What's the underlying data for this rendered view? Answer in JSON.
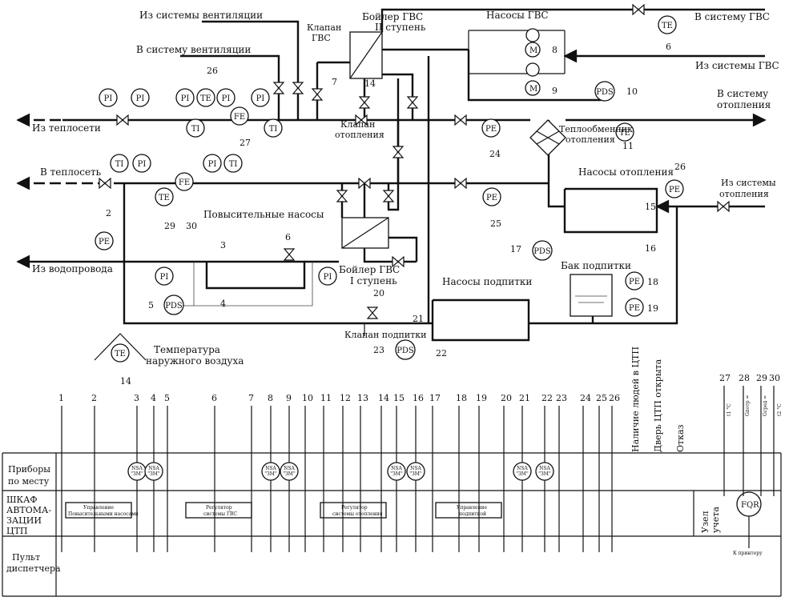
{
  "labels": {
    "iz_ventilyatsii": "Из системы вентиляции",
    "v_ventilyatsiyu": "В систему вентиляции",
    "iz_teploseti": "Из теплосети",
    "v_teploset": "В теплосеть",
    "iz_vodoprovoda": "Из водопровода",
    "klapan_gvs_1": "Клапан",
    "klapan_gvs_2": "ГВС",
    "boiler2_1": "Бойлер ГВС",
    "boiler2_2": "II ступень",
    "nasosy_gvs": "Насосы ГВС",
    "v_sistemu_gvs": "В систему ГВС",
    "iz_sistemy_gvs": "Из системы ГВС",
    "v_sistemu_1": "В систему",
    "v_sistemu_2": "отопления",
    "klapan_otop_1": "Клапан",
    "klapan_otop_2": "отопления",
    "teploobm_1": "Теплообменник",
    "teploobm_2": "отопления",
    "nasosy_otop": "Насосы отопления",
    "iz_sistemy_otop_1": "Из системы",
    "iz_sistemy_otop_2": "отопления",
    "povys_nasosy": "Повысительные насосы",
    "boiler1_1": "Бойлер ГВС",
    "boiler1_2": "I ступень",
    "nasosy_podpitki": "Насосы подпитки",
    "bak_podpitki": "Бак подпитки",
    "klapan_podpitki": "Клапан подпитки",
    "temp_1": "Температура",
    "temp_2": "наружного воздуха"
  },
  "instruments": {
    "PI": "PI",
    "TE": "TE",
    "TI": "TI",
    "FE": "FE",
    "PE": "PE",
    "PDS": "PDS",
    "M": "M",
    "NSA": "NSA",
    "ZM": "\"ЗМ\"",
    "FQR": "FQR"
  },
  "numbers": {
    "n2": "2",
    "n3": "3",
    "n4": "4",
    "n5": "5",
    "n6": "6",
    "n7": "7",
    "n8": "8",
    "n9": "9",
    "n10": "10",
    "n11": "11",
    "n14": "14",
    "n15": "15",
    "n16": "16",
    "n17": "17",
    "n18": "18",
    "n19": "19",
    "n20": "20",
    "n21": "21",
    "n22": "22",
    "n23": "23",
    "n24": "24",
    "n25": "25",
    "n26": "26",
    "n26b": "26",
    "n27": "27",
    "n29": "29",
    "n30": "30",
    "n6b": "6",
    "n14b": "14"
  },
  "bottom_numbers": [
    "1",
    "2",
    "3",
    "4",
    "5",
    "6",
    "7",
    "8",
    "9",
    "10",
    "11",
    "12",
    "13",
    "14",
    "15",
    "16",
    "17",
    "18",
    "19",
    "20",
    "21",
    "22",
    "23",
    "24",
    "25",
    "26"
  ],
  "right_numbers": [
    "27",
    "28",
    "29",
    "30"
  ],
  "table": {
    "row1_a": "Приборы",
    "row1_b": "по месту",
    "row2_a": "ШКАФ",
    "row2_b": "АВТОМА-",
    "row2_c": "ЗАЦИИ",
    "row2_d": "ЦТП",
    "row3_a": "Пульт",
    "row3_b": "диспетчера",
    "box1_a": "Управление",
    "box1_b": "Повысительными насосами",
    "box2_a": "Регулятор",
    "box2_b": "системы ГВС",
    "box3_a": "Регулятор",
    "box3_b": "системы отопления",
    "box4_a": "Управление",
    "box4_b": "подпиткой",
    "vert1": "Наличие людей в ЦТП",
    "vert2": "Дверь ЦТП открыта",
    "vert3": "Отказ",
    "vert4_a": "Узел",
    "vert4_b": "учета",
    "vq1": "t1 °С",
    "vq2": "Gпотр =",
    "vq3": "Gсред =",
    "vq4": "t2 °С",
    "printer": "К принтеру"
  }
}
